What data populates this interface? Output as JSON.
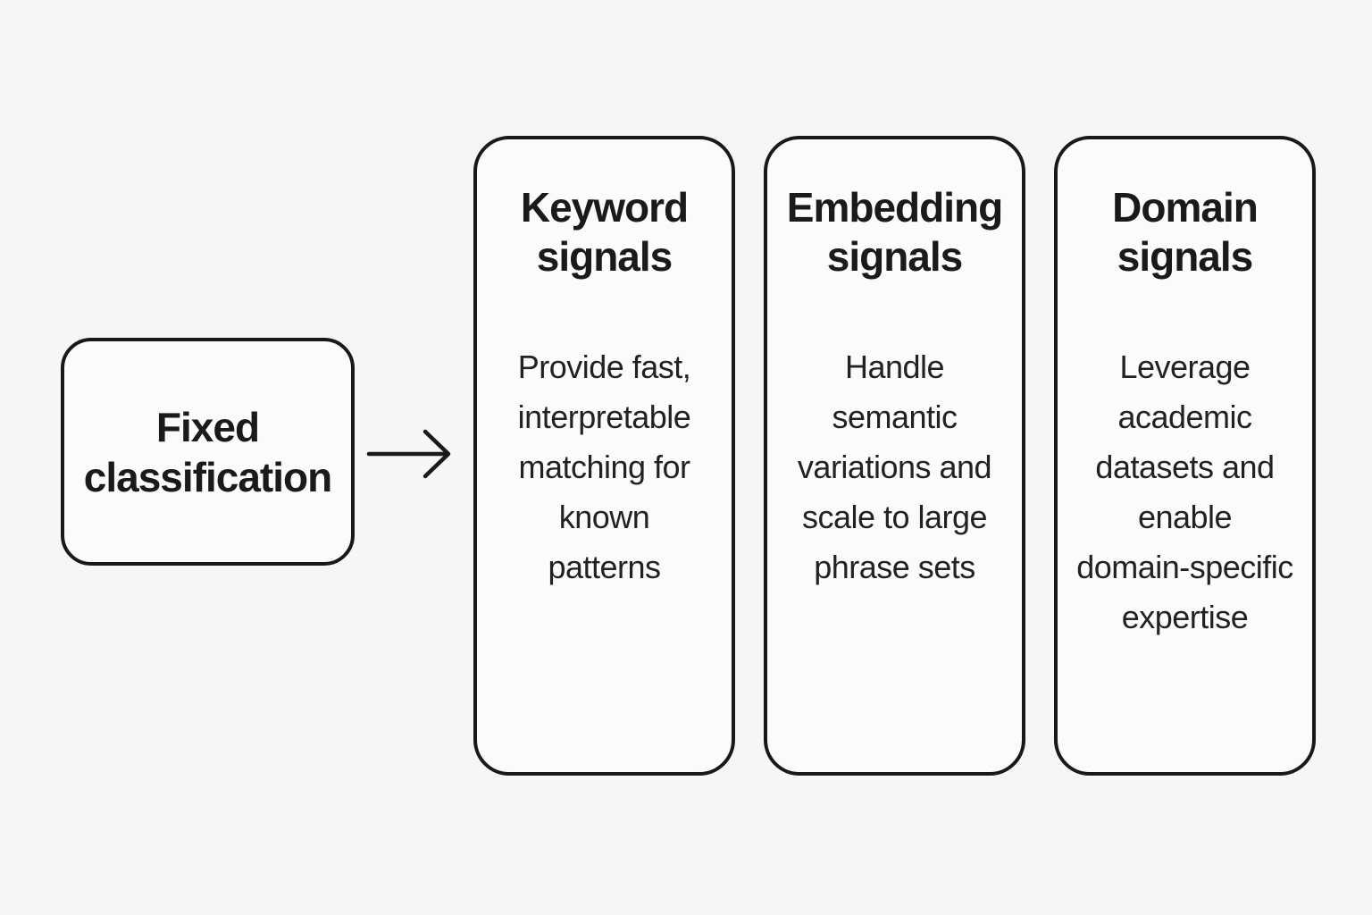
{
  "colors": {
    "background": "#f6f6f4",
    "card_background": "#fbfbfa",
    "border": "#191919",
    "heading_text": "#1a1a1c",
    "body_text": "#222226"
  },
  "source_box": {
    "label": "Fixed\nclassification"
  },
  "arrow": {
    "icon": "right-arrow-icon",
    "direction": "right"
  },
  "cards": [
    {
      "title": "Keyword\nsignals",
      "body": "Provide fast,\ninterpretable\nmatching for\nknown\npatterns"
    },
    {
      "title": "Embedding\nsignals",
      "body": "Handle\nsemantic\nvariations and\nscale to large\nphrase sets"
    },
    {
      "title": "Domain\nsignals",
      "body": "Leverage\nacademic\ndatasets and\nenable\ndomain-specific\nexpertise"
    }
  ]
}
